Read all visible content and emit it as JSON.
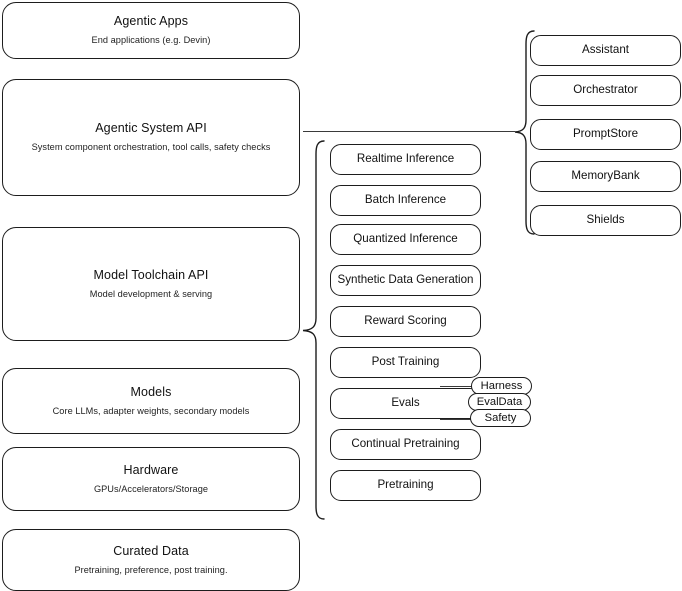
{
  "diagram": {
    "title": "Agentic stack layer diagram",
    "stroke_color": "#1d1d1d",
    "background_color": "#ffffff"
  },
  "left_stack": {
    "name": "layer-stack",
    "items": [
      {
        "title": "Agentic Apps",
        "subtitle": "End applications (e.g. Devin)"
      },
      {
        "title": "Agentic System API",
        "subtitle": "System component orchestration, tool calls, safety checks"
      },
      {
        "title": "Model Toolchain API",
        "subtitle": "Model development & serving"
      },
      {
        "title": "Models",
        "subtitle": "Core LLMs, adapter weights, secondary models"
      },
      {
        "title": "Hardware",
        "subtitle": "GPUs/Accelerators/Storage"
      },
      {
        "title": "Curated Data",
        "subtitle": "Pretraining, preference, post training."
      }
    ]
  },
  "middle_column": {
    "name": "model-toolchain-capabilities",
    "items": [
      {
        "label": "Realtime Inference"
      },
      {
        "label": "Batch Inference"
      },
      {
        "label": "Quantized Inference"
      },
      {
        "label": "Synthetic Data Generation"
      },
      {
        "label": "Reward Scoring"
      },
      {
        "label": "Post Training"
      },
      {
        "label": "Evals"
      },
      {
        "label": "Continual Pretraining"
      },
      {
        "label": "Pretraining"
      }
    ]
  },
  "right_column": {
    "name": "agentic-system-components",
    "items": [
      {
        "label": "Assistant"
      },
      {
        "label": "Orchestrator"
      },
      {
        "label": "PromptStore"
      },
      {
        "label": "MemoryBank"
      },
      {
        "label": "Shields"
      }
    ]
  },
  "eval_tags": {
    "name": "evals-subcomponents",
    "items": [
      {
        "label": "Harness"
      },
      {
        "label": "EvalData"
      },
      {
        "label": "Safety"
      }
    ]
  }
}
